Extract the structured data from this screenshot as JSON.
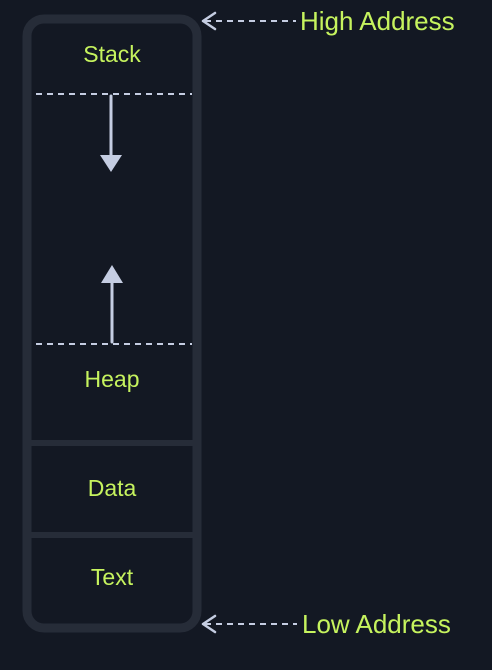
{
  "segments": {
    "stack": "Stack",
    "heap": "Heap",
    "data": "Data",
    "text": "Text"
  },
  "addresses": {
    "high": "High Address",
    "low": "Low Address"
  },
  "colors": {
    "background": "#131823",
    "memory_frame": "#262c38",
    "label": "#c6f35e",
    "arrow": "#c5cde2"
  }
}
